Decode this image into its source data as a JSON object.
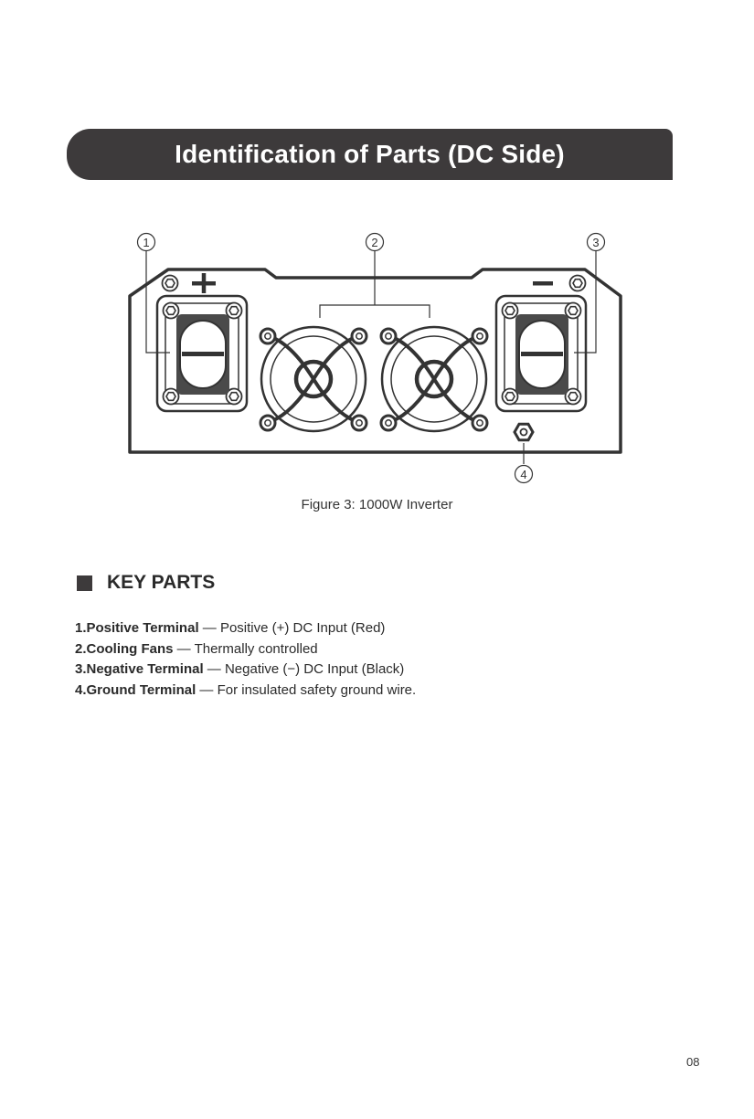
{
  "header": {
    "title": "Identification of Parts (DC Side)"
  },
  "diagram": {
    "callouts": [
      "1",
      "2",
      "3",
      "4"
    ],
    "positive_symbol": "+",
    "negative_symbol": "−"
  },
  "caption": "Figure 3: 1000W Inverter",
  "key_parts": {
    "heading": "KEY PARTS",
    "items": [
      {
        "name": "1.Positive Terminal",
        "desc": " — Positive (+) DC Input (Red)"
      },
      {
        "name": "2.Cooling Fans",
        "desc": " — Thermally controlled"
      },
      {
        "name": "3.Negative Terminal",
        "desc": " — Negative (−) DC Input (Black)"
      },
      {
        "name": "4.Ground Terminal",
        "desc": " — For insulated safety ground wire."
      }
    ]
  },
  "page_number": "08"
}
